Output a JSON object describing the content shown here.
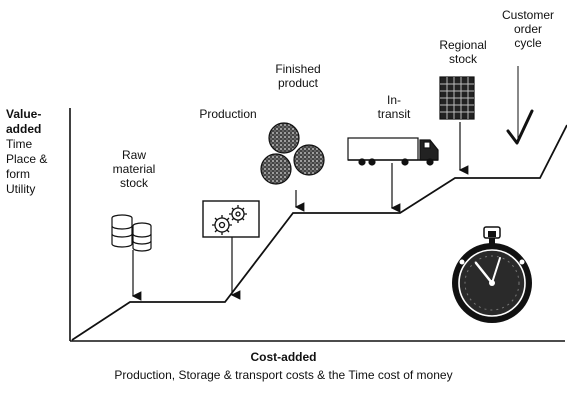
{
  "y_axis": {
    "line1": "Value-",
    "line2": "added",
    "line3": "Time",
    "line4": "Place &",
    "line5": "form",
    "line6": "Utility"
  },
  "x_axis": {
    "title": "Cost-added",
    "subtitle": "Production, Storage & transport costs & the Time cost of money"
  },
  "stages": {
    "raw": {
      "line1": "Raw",
      "line2": "material",
      "line3": "stock"
    },
    "production": {
      "line1": "Production"
    },
    "finished": {
      "line1": "Finished",
      "line2": "product"
    },
    "transit": {
      "line1": "In-",
      "line2": "transit"
    },
    "regional": {
      "line1": "Regional",
      "line2": "stock"
    },
    "customer": {
      "line1": "Customer",
      "line2": "order",
      "line3": "cycle"
    }
  },
  "icons": [
    "database-icon",
    "gears-icon",
    "product-balls-icon",
    "truck-icon",
    "warehouse-icon",
    "checkmark-icon",
    "stopwatch-icon"
  ]
}
